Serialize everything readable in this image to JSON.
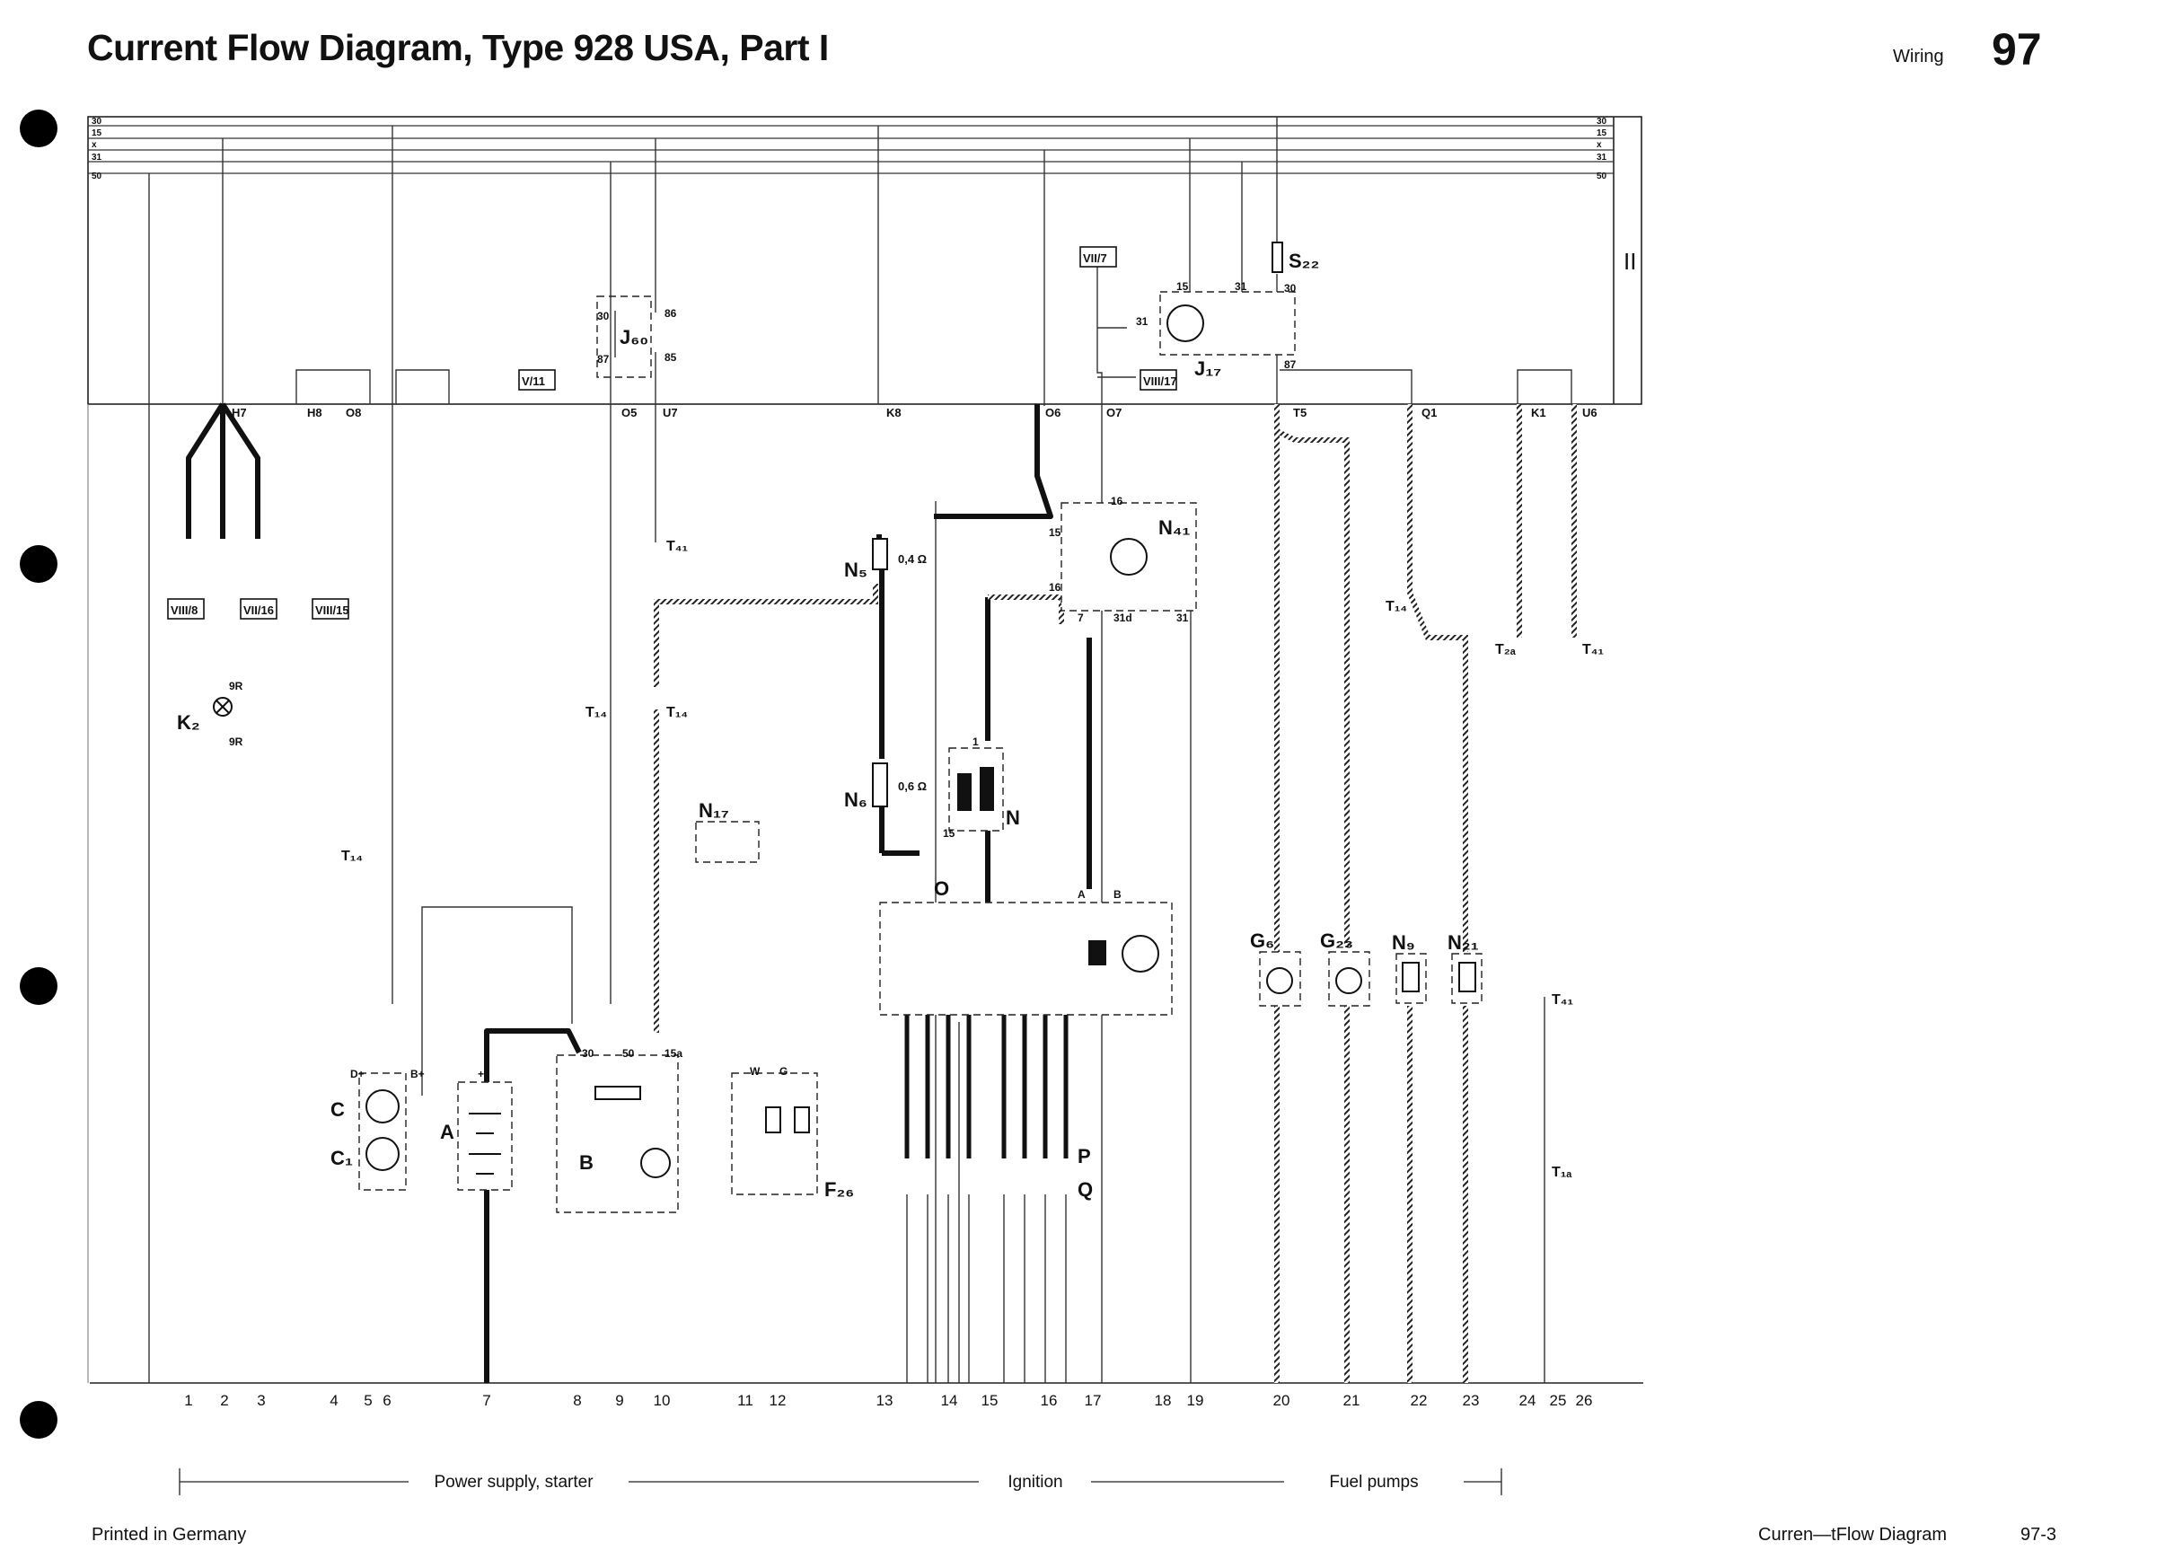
{
  "header": {
    "title": "Current Flow Diagram, Type 928 USA, Part I",
    "section": "Wiring",
    "page_number": "97"
  },
  "footer": {
    "left": "Printed in Germany",
    "center": "Curren—tFlow Diagram",
    "right": "97-3"
  },
  "bus_labels": [
    "30",
    "15",
    "x",
    "31",
    "50"
  ],
  "panel_label": "II",
  "terminals": [
    "H7",
    "H8",
    "O8",
    "O5",
    "U7",
    "K8",
    "O6",
    "O7",
    "T5",
    "Q1",
    "K1",
    "U6"
  ],
  "references": [
    "VIII/8",
    "VII/16",
    "VIII/15",
    "V/11",
    "VII/7",
    "VIII/17"
  ],
  "components": {
    "A": "A",
    "B": "B",
    "C": "C",
    "C1": "C₁",
    "F26": "F₂₆",
    "G6": "G₆",
    "G23": "G₂₃",
    "J17": "J₁₇",
    "J60": "J₆₀",
    "K2": "K₂",
    "N": "N",
    "N5": "N₅",
    "N6": "N₆",
    "N9": "N₉",
    "N17": "N₁₇",
    "N21": "N₂₁",
    "N41": "N₄₁",
    "O": "O",
    "P": "P",
    "Q": "Q",
    "S22": "S₂₂",
    "T1a": "T₁ₐ",
    "T2a": "T₂ₐ",
    "T14a": "T₁₄",
    "T14b": "T₁₄",
    "T14c": "T₁₄",
    "T14d": "T₁₄",
    "T41a": "T₄₁",
    "T41b": "T₄₁",
    "T41c": "T₄₁"
  },
  "resistor_values": [
    "0,4 Ω",
    "0,6 Ω"
  ],
  "pin_labels": {
    "relay_30": "30",
    "relay_86": "86",
    "relay_87": "87",
    "relay_85": "85",
    "k2_in": "9R",
    "k2_out": "9R",
    "alt_d": "D+",
    "alt_b": "B+",
    "starter_30": "30",
    "starter_50": "50",
    "starter_15a": "15a",
    "battery_plus": "+",
    "f26_w": "W",
    "f26_g": "G",
    "n41_16a": "16",
    "n41_15": "15",
    "n41_16b": "16",
    "n41_7": "7",
    "n41_31d": "31d",
    "n41_31": "31",
    "coil_1": "1",
    "coil_15": "15",
    "dist_a": "A",
    "dist_b": "B",
    "j17_15": "15",
    "j17_31a": "31",
    "j17_31b": "31",
    "j17_30": "30",
    "j17_87": "87"
  },
  "track_numbers": [
    "1",
    "2",
    "3",
    "4",
    "5",
    "6",
    "7",
    "8",
    "9",
    "10",
    "11",
    "12",
    "13",
    "14",
    "15",
    "16",
    "17",
    "18",
    "19",
    "20",
    "21",
    "22",
    "23",
    "24",
    "25",
    "26"
  ],
  "groups": [
    "Power supply, starter",
    "Ignition",
    "Fuel pumps"
  ]
}
